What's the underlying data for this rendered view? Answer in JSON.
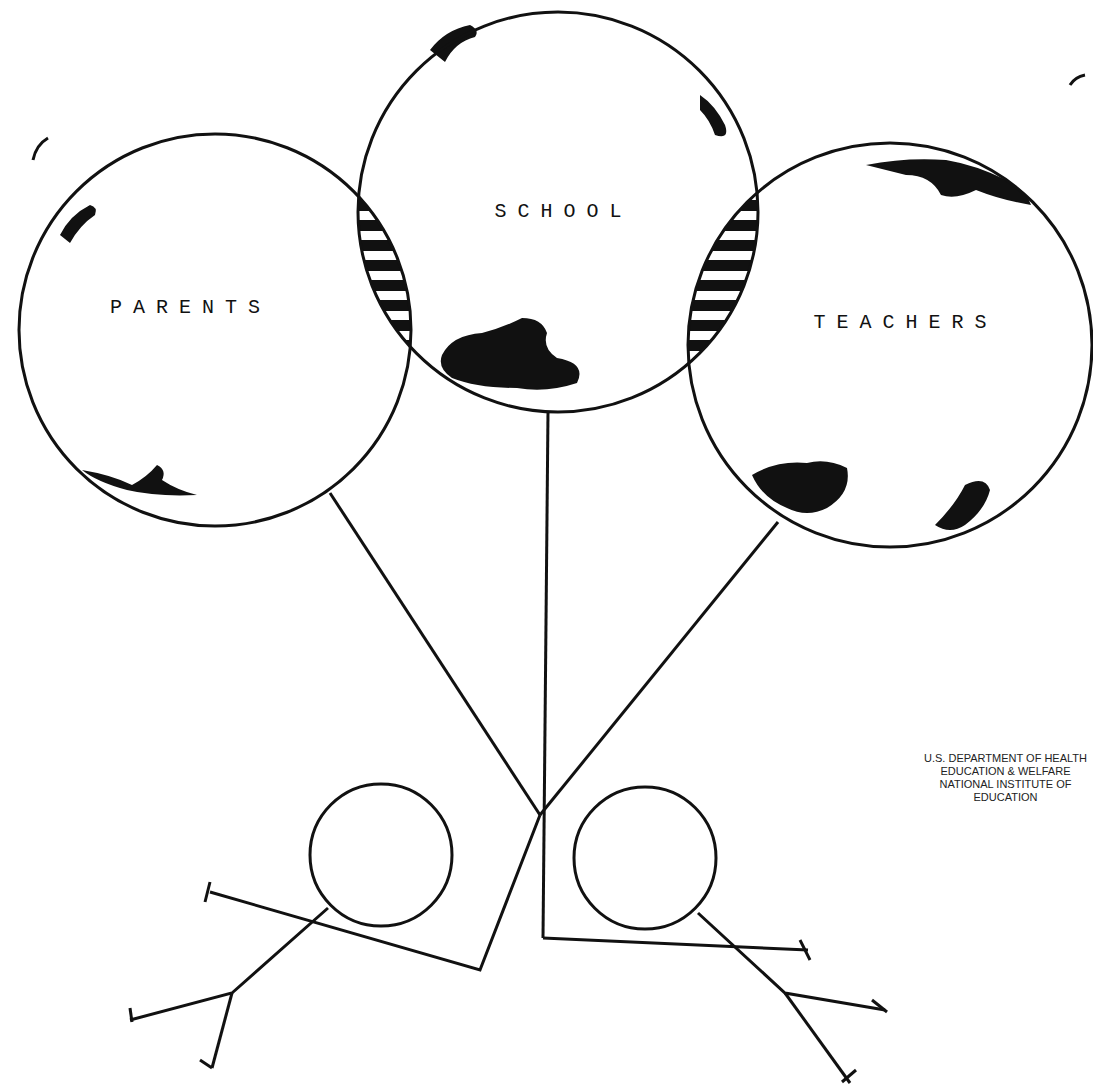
{
  "diagram": {
    "nodes": [
      {
        "text": [
          "PARENTS"
        ]
      },
      {
        "text": [
          "SCHOOL"
        ]
      },
      {
        "text": [
          "TEACHERS"
        ]
      }
    ],
    "labels": [
      "U.S. DEPARTMENT OF HEALTH",
      "EDUCATION & WELFARE",
      "NATIONAL INSTITUTE OF",
      "EDUCATION"
    ]
  }
}
